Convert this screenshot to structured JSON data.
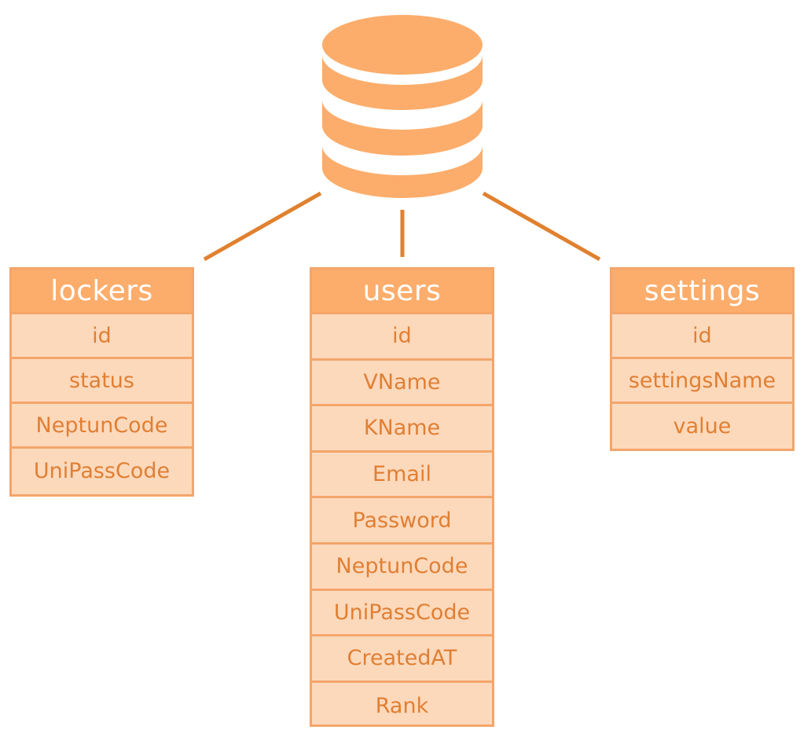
{
  "colors": {
    "header": "#fcad6b",
    "cell": "#fdd9bc",
    "border": "#f4a56a",
    "text": "#e07f33",
    "connector": "#e0812f",
    "database": "#fcad6b"
  },
  "icons": [
    "database-icon"
  ],
  "tables": [
    {
      "name": "lockers",
      "fields": [
        "id",
        "status",
        "NeptunCode",
        "UniPassCode"
      ]
    },
    {
      "name": "users",
      "fields": [
        "id",
        "VName",
        "KName",
        "Email",
        "Password",
        "NeptunCode",
        "UniPassCode",
        "CreatedAT",
        "Rank"
      ]
    },
    {
      "name": "settings",
      "fields": [
        "id",
        "settingsName",
        "value"
      ]
    }
  ]
}
